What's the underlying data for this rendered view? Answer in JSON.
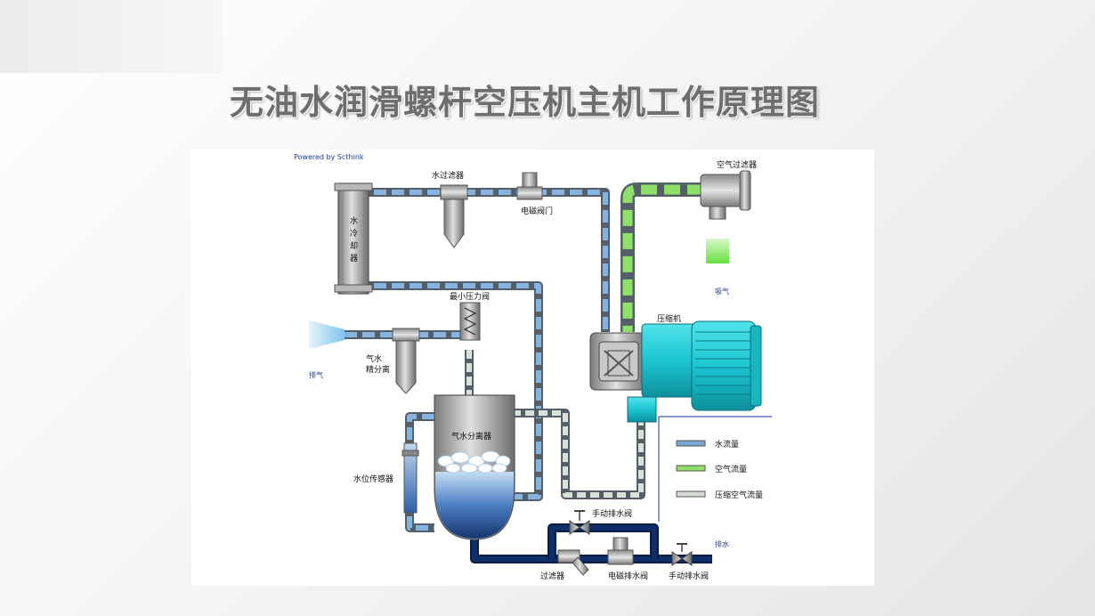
{
  "title": "无油水润滑螺杆空压机主机工作原理图",
  "powered_by": "Powered by Scthink",
  "labels": {
    "water_filter": "水过滤器",
    "solenoid_valve": "电磁阀门",
    "air_filter": "空气过滤器",
    "intake": "吸气",
    "water_cooler": [
      "水",
      "冷",
      "却",
      "器"
    ],
    "min_pressure_valve": "最小压力阀",
    "compressor": "压缩机",
    "exhaust": "排气",
    "gas_water_fine_separator_line1": "气水",
    "gas_water_fine_separator_line2": "精分离",
    "gas_water_separator": "气水分离器",
    "water_level_sensor": "水位传感器",
    "manual_drain_valve_top": "手动排水阀",
    "drain": "排水",
    "strainer": "过滤器",
    "solenoid_drain_valve": "电磁排水阀",
    "manual_drain_valve_bottom": "手动排水阀"
  },
  "legend": [
    {
      "label": "水流量",
      "color": "#7aa8d6"
    },
    {
      "label": "空气流量",
      "color": "#8ee06a"
    },
    {
      "label": "压缩空气流量",
      "color": "#d4dcd4"
    }
  ],
  "colors": {
    "pipe_outline": "#555f6a",
    "water": "#86b4e0",
    "air": "#8fe068",
    "compressed_air": "#d8e2d8",
    "drain_water": "#0f2f6a",
    "motor": "#1cc6d2",
    "title_gray": "#6e6e6e"
  }
}
